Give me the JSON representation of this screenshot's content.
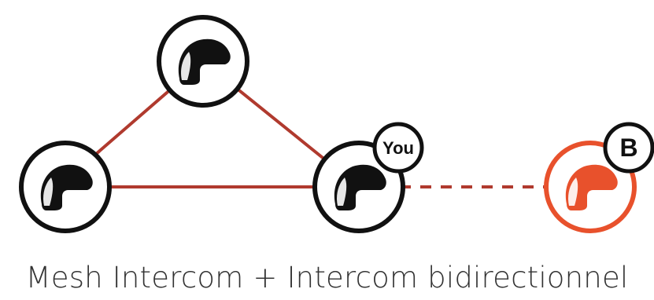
{
  "caption": "Mesh Intercom + Intercom bidirectionnel",
  "nodes": [
    {
      "id": "top",
      "icon": "helmet-icon",
      "color": "#111111",
      "badge": ""
    },
    {
      "id": "left",
      "icon": "helmet-icon",
      "color": "#111111",
      "badge": ""
    },
    {
      "id": "you",
      "icon": "helmet-icon",
      "color": "#111111",
      "badge": "You"
    },
    {
      "id": "b",
      "icon": "helmet-icon",
      "color": "#e8512c",
      "badge": "B"
    }
  ],
  "connections": [
    {
      "from": "top",
      "to": "left",
      "style": "solid",
      "color": "#b03a2e"
    },
    {
      "from": "top",
      "to": "you",
      "style": "solid",
      "color": "#b03a2e"
    },
    {
      "from": "left",
      "to": "you",
      "style": "solid",
      "color": "#b03a2e"
    },
    {
      "from": "you",
      "to": "b",
      "style": "dashed",
      "color": "#b03a2e"
    }
  ],
  "badges": {
    "you_label": "You",
    "b_label": "B"
  }
}
